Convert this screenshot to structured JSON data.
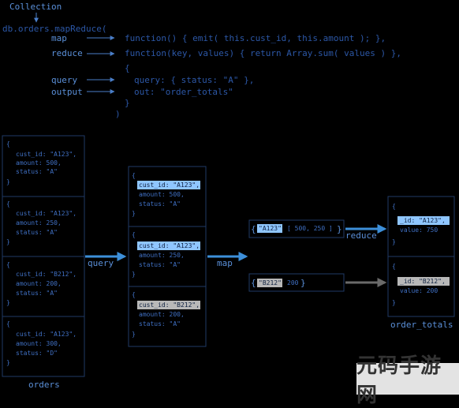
{
  "header": {
    "collection_label": "Collection",
    "command": "db.orders.mapReduce(",
    "rows": [
      {
        "key": "map",
        "value": "function() { emit( this.cust_id, this.amount ); },"
      },
      {
        "key": "reduce",
        "value": "function(key, values) { return Array.sum( values ) },"
      },
      {
        "key": "",
        "value": "{"
      },
      {
        "key": "query",
        "value": "query: { status: \"A\" },"
      },
      {
        "key": "output",
        "value": "out: \"order_totals\""
      },
      {
        "key": "",
        "value": "}"
      }
    ],
    "close": ")"
  },
  "orders": {
    "label": "orders",
    "docs": [
      {
        "open": "{",
        "l1": "cust_id: \"A123\",",
        "l2": "amount: 500,",
        "l3": "status: \"A\"",
        "close": "}"
      },
      {
        "open": "{",
        "l1": "cust_id: \"A123\",",
        "l2": "amount: 250,",
        "l3": "status: \"A\"",
        "close": "}"
      },
      {
        "open": "{",
        "l1": "cust_id: \"B212\",",
        "l2": "amount: 200,",
        "l3": "status: \"A\"",
        "close": "}"
      },
      {
        "open": "{",
        "l1": "cust_id: \"A123\",",
        "l2": "amount: 300,",
        "l3": "status: \"D\"",
        "close": "}"
      }
    ]
  },
  "query_label": "query",
  "filtered": {
    "docs": [
      {
        "open": "{",
        "l1": "cust_id: \"A123\",",
        "l2": "amount: 500,",
        "l3": "status: \"A\"",
        "close": "}"
      },
      {
        "open": "{",
        "l1": "cust_id: \"A123\",",
        "l2": "amount: 250,",
        "l3": "status: \"A\"",
        "close": "}"
      },
      {
        "open": "{",
        "l1": "cust_id: \"B212\",",
        "l2": "amount: 200,",
        "l3": "status: \"A\"",
        "close": "}"
      }
    ]
  },
  "map_label": "map",
  "mapped": [
    {
      "open": "{",
      "key": "\"A123\"",
      "values": "[ 500, 250 ]",
      "close": "}"
    },
    {
      "open": "{",
      "key": "\"B212\"",
      "values": "200",
      "close": "}"
    }
  ],
  "reduce_label": "reduce",
  "results": {
    "label": "order_totals",
    "docs": [
      {
        "open": "{",
        "l1": "_id: \"A123\",",
        "l2": "value: 750",
        "close": "}"
      },
      {
        "open": "{",
        "l1": "_id: \"B212\",",
        "l2": "value: 200",
        "close": "}"
      }
    ]
  },
  "watermark": "元码手游网",
  "colors": {
    "text": "#2c57a6",
    "accent": "#3d8fd9",
    "key_highlight": "#8fc6ff",
    "key_highlight_alt": "#b8b8b8"
  }
}
